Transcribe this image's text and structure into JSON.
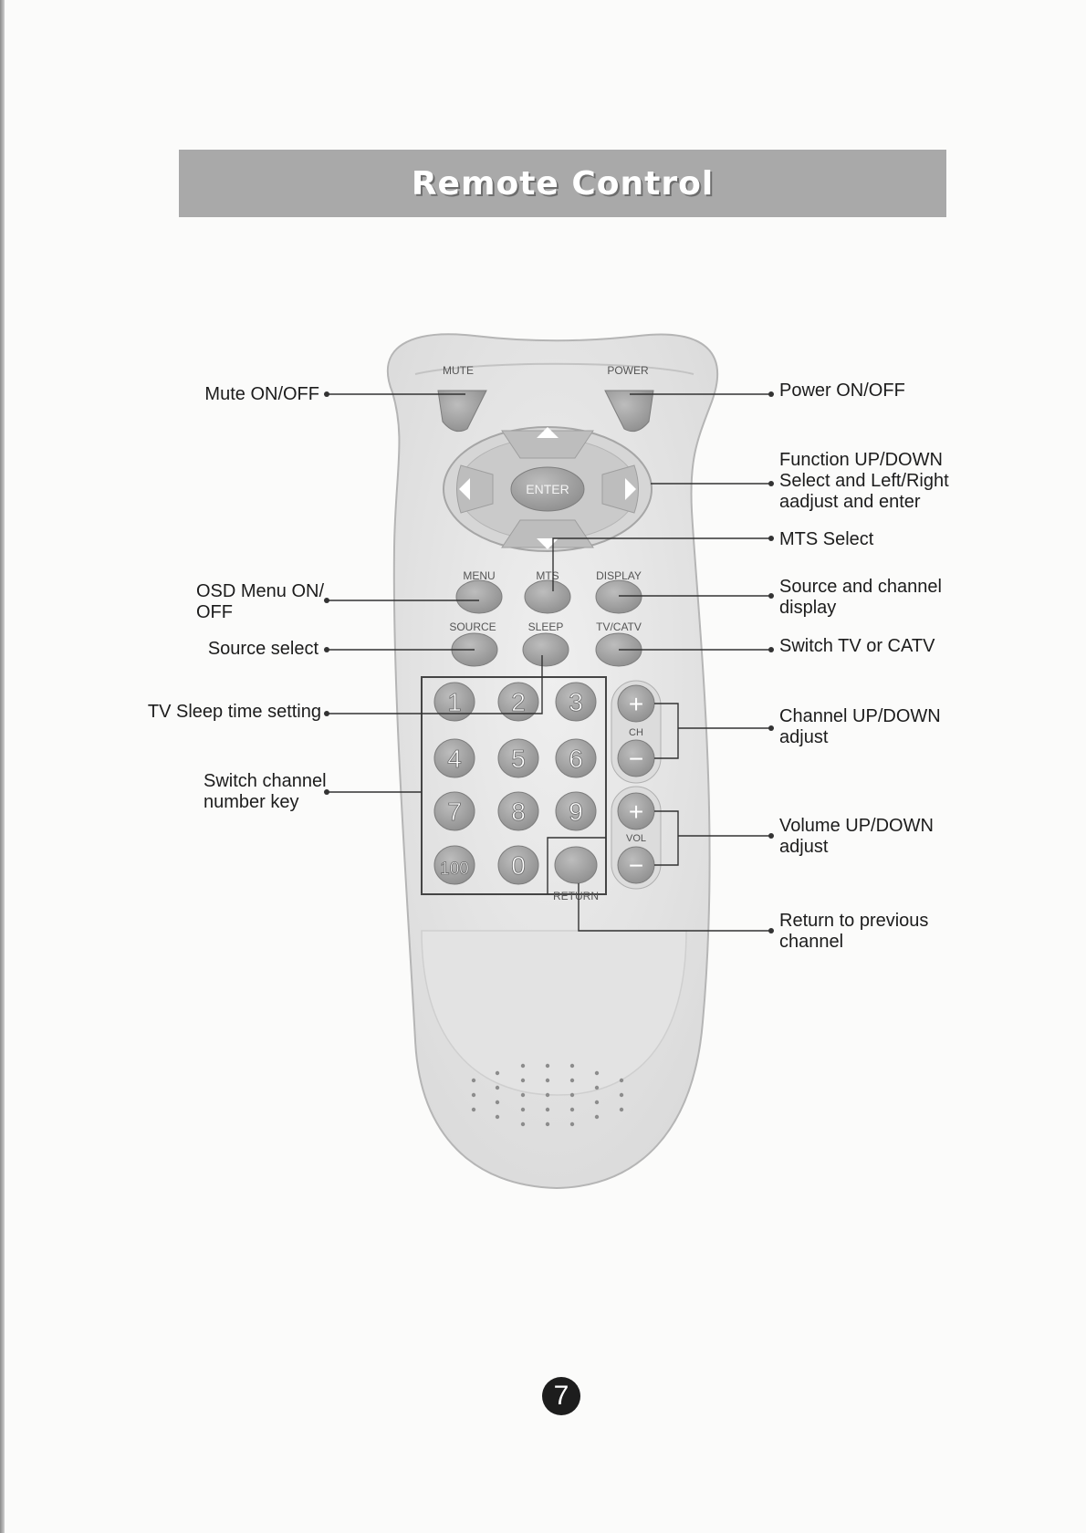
{
  "title": "Remote Control",
  "remote": {
    "button_labels": {
      "mute": "MUTE",
      "power": "POWER",
      "enter": "ENTER",
      "menu": "MENU",
      "mts": "MTS",
      "display": "DISPLAY",
      "source": "SOURCE",
      "sleep": "SLEEP",
      "tvcatv": "TV/CATV",
      "ch": "CH",
      "vol": "VOL",
      "return": "RETURN",
      "plus": "+",
      "minus": "−"
    },
    "number_keys": [
      "1",
      "2",
      "3",
      "4",
      "5",
      "6",
      "7",
      "8",
      "9",
      "100",
      "0"
    ]
  },
  "callouts": {
    "mute": "Mute ON/OFF",
    "osd_menu": [
      "OSD Menu ON/",
      "OFF"
    ],
    "source_select": "Source select",
    "sleep": "TV Sleep time setting",
    "number_key": [
      "Switch channel",
      "number key"
    ],
    "power": "Power ON/OFF",
    "function": [
      "Function UP/DOWN",
      "Select and Left/Right",
      "aadjust and enter"
    ],
    "mts": "MTS Select",
    "display": [
      "Source and channel",
      "display"
    ],
    "tvcatv": "Switch TV or CATV",
    "channel": [
      "Channel UP/DOWN",
      "adjust"
    ],
    "volume": [
      "Volume UP/DOWN",
      "adjust"
    ],
    "return": [
      "Return to previous",
      "channel"
    ]
  },
  "page_number": "7",
  "colors": {
    "title_bar": "#a9a9a9",
    "remote_body": "#e7e7e7",
    "button_fill": "#a3a3a3",
    "page_badge": "#1d1d1d"
  }
}
